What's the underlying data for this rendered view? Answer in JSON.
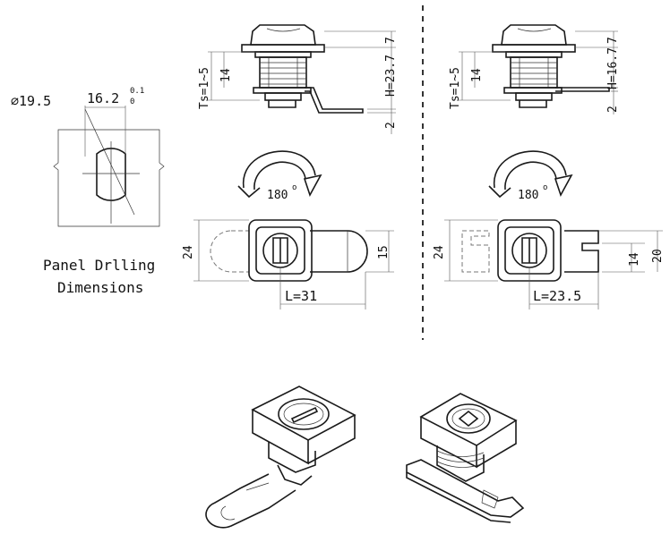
{
  "panel": {
    "diameter": "∅19.5",
    "width": "16.2",
    "tol_upper": "0.1",
    "tol_lower": "0",
    "caption_line1": "Panel Drlling",
    "caption_line2": "Dimensions"
  },
  "left_lock": {
    "dim_7": "7",
    "dim_ts": "Ts=1~5",
    "dim_14": "14",
    "dim_h": "H=23.7",
    "dim_2": "2",
    "rotation": "180",
    "rotation_deg": "o",
    "dim_24": "24",
    "dim_15": "15",
    "dim_l": "L=31"
  },
  "right_lock": {
    "dim_7": "7",
    "dim_ts": "Ts=1~5",
    "dim_14": "14",
    "dim_h": "H=16.7",
    "dim_2": "2",
    "rotation": "180",
    "rotation_deg": "o",
    "dim_24": "24",
    "dim_14b": "14",
    "dim_20": "20",
    "dim_l": "L=23.5"
  }
}
